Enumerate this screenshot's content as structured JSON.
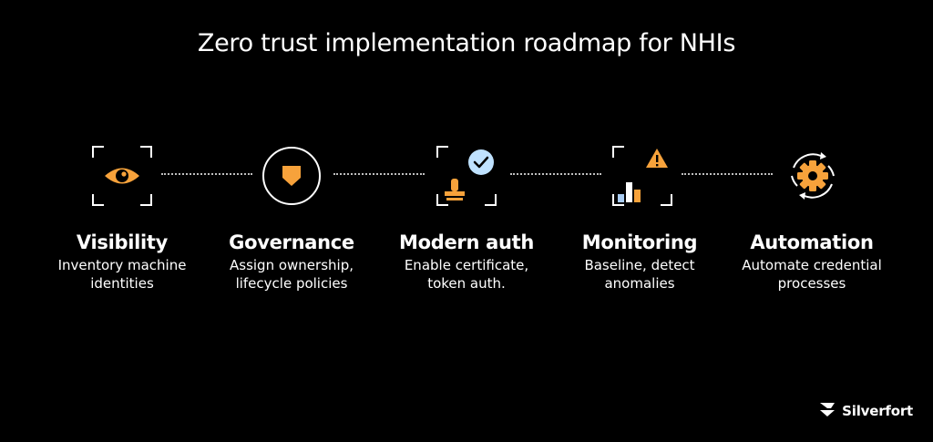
{
  "title": "Zero trust implementation roadmap for NHIs",
  "colors": {
    "background": "#000000",
    "accent": "#F7A23B",
    "check_blue": "#BFE2FF",
    "bar_blue": "#A9CCF2",
    "connector": "#BFBFBF",
    "text": "#FFFFFF"
  },
  "steps": [
    {
      "title": "Visibility",
      "desc_line1": "Inventory machine",
      "desc_line2": "identities",
      "icon": "eye-in-frame-icon"
    },
    {
      "title": "Governance",
      "desc_line1": "Assign ownership,",
      "desc_line2": "lifecycle policies",
      "icon": "shield-in-circle-icon"
    },
    {
      "title": "Modern auth",
      "desc_line1": "Enable certificate,",
      "desc_line2": "token auth.",
      "icon": "stamp-with-check-icon"
    },
    {
      "title": "Monitoring",
      "desc_line1": "Baseline, detect",
      "desc_line2": "anomalies",
      "icon": "bar-chart-warning-icon"
    },
    {
      "title": "Automation",
      "desc_line1": "Automate credential",
      "desc_line2": "processes",
      "icon": "gear-cycle-icon"
    }
  ],
  "brand": {
    "name": "Silverfort",
    "icon": "silverfort-logo-icon"
  }
}
